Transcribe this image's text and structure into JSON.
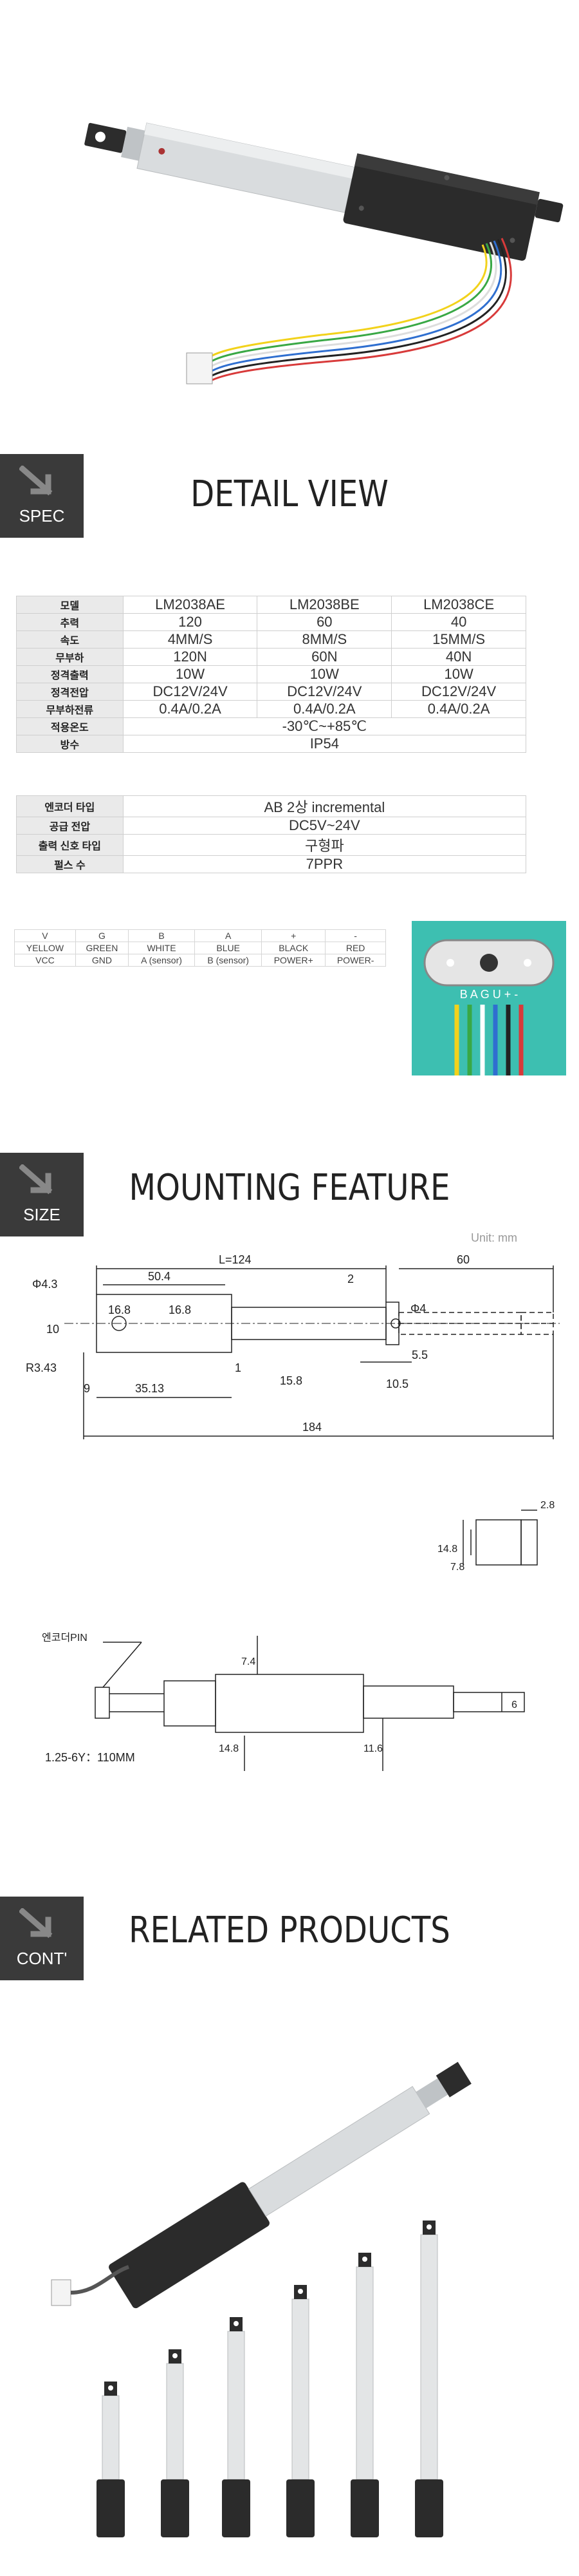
{
  "sections": {
    "spec": {
      "badge": "SPEC",
      "title": "DETAIL VIEW"
    },
    "size": {
      "badge": "SIZE",
      "title": "MOUNTING FEATURE"
    },
    "cont": {
      "badge": "CONT'",
      "title": "RELATED PRODUCTS"
    }
  },
  "spec_table": {
    "rows": [
      {
        "label": "모델",
        "values": [
          "LM2038AE",
          "LM2038BE",
          "LM2038CE"
        ]
      },
      {
        "label": "추력",
        "values": [
          "120",
          "60",
          "40"
        ]
      },
      {
        "label": "속도",
        "values": [
          "4MM/S",
          "8MM/S",
          "15MM/S"
        ]
      },
      {
        "label": "무부하",
        "values": [
          "120N",
          "60N",
          "40N"
        ]
      },
      {
        "label": "정격출력",
        "values": [
          "10W",
          "10W",
          "10W"
        ]
      },
      {
        "label": "정격전압",
        "values": [
          "DC12V/24V",
          "DC12V/24V",
          "DC12V/24V"
        ]
      },
      {
        "label": "무부하전류",
        "values": [
          "0.4A/0.2A",
          "0.4A/0.2A",
          "0.4A/0.2A"
        ]
      },
      {
        "label": "적용온도",
        "merged": "-30℃~+85℃"
      },
      {
        "label": "방수",
        "merged": "IP54"
      }
    ]
  },
  "encoder_table": {
    "rows": [
      {
        "label": "엔코더 타입",
        "value": "AB 2상 incremental"
      },
      {
        "label": "공급 전압",
        "value": "DC5V~24V"
      },
      {
        "label": "출력 신호 타입",
        "value": "구형파"
      },
      {
        "label": "펄스 수",
        "value": "7PPR"
      }
    ]
  },
  "wire_table": {
    "rows": [
      [
        "V",
        "G",
        "B",
        "A",
        "+",
        "-"
      ],
      [
        "YELLOW",
        "GREEN",
        "WHITE",
        "BLUE",
        "BLACK",
        "RED"
      ],
      [
        "VCC",
        "GND",
        "A (sensor)",
        "B (sensor)",
        "POWER+",
        "POWER-"
      ]
    ]
  },
  "pcb_label": "B A G U + -",
  "mounting": {
    "unit": "Unit: mm",
    "dims": {
      "L": "L=124",
      "d60": "60",
      "d50_4": "50.4",
      "d2": "2",
      "d4_3": "Φ4.3",
      "d4": "Φ4",
      "d10": "10",
      "d16_8a": "16.8",
      "d16_8b": "16.8",
      "d9": "9",
      "d35_13": "35.13",
      "d1": "1",
      "d15_8": "15.8",
      "d5_5": "5.5",
      "d10_5": "10.5",
      "r3_43": "R3.43",
      "d184": "184",
      "d2_8": "2.8",
      "d14_8a": "14.8",
      "d7_8": "7.8",
      "d7_4": "7.4",
      "d14_8b": "14.8",
      "d11_6": "11.6",
      "d6": "6"
    },
    "connector_label": "엔코더PIN",
    "cable_note": "1.25-6Y：110MM"
  },
  "colors": {
    "badge": "#3a3a3a",
    "label_bg": "#eaeaea",
    "pcb": "#3dbfb1",
    "wires": [
      "#f2d21b",
      "#39a845",
      "#ffffff",
      "#2f6fd0",
      "#222222",
      "#d83a3a"
    ]
  }
}
